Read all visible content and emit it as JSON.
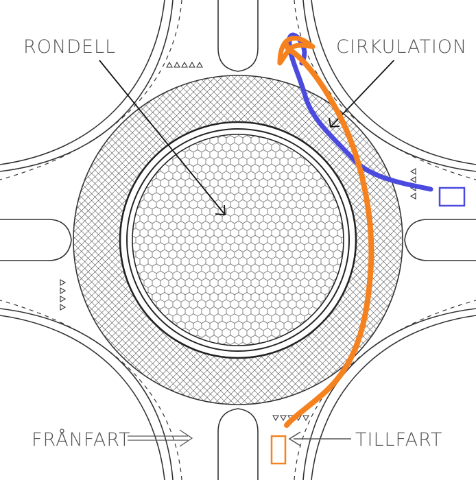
{
  "labels": {
    "rondell": "RONDELL",
    "cirkulation": "CIRKULATION",
    "franfart": "FRÅNFART",
    "tillfart": "TILLFART"
  },
  "colors": {
    "background": "#ffffff",
    "line": "#333333",
    "hatch": "#555555",
    "label_text": "#555555",
    "entry_path": "#f5821f",
    "exit_path": "#4a4adf"
  }
}
